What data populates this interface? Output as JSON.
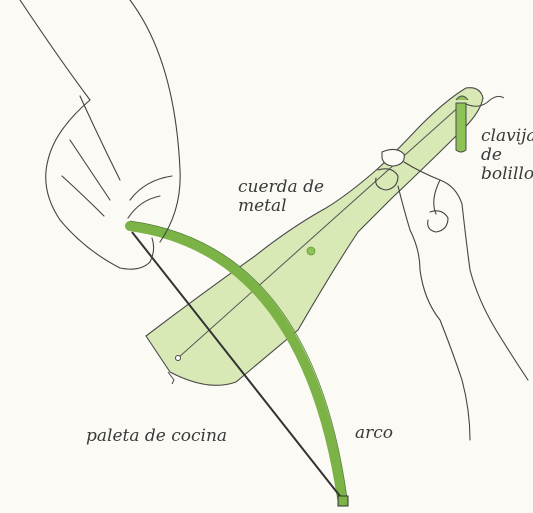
{
  "labels": {
    "string_line1": "cuerda de",
    "string_line2": "metal",
    "peg_line1": "clavija",
    "peg_line2": "de",
    "peg_line3": "bolillo",
    "paddle": "paleta de cocina",
    "bow": "arco"
  },
  "colors": {
    "background": "#fbfaf4",
    "paddle_fill": "#d8e9b5",
    "bow_green": "#7bb347",
    "peg_green": "#8cc256",
    "ink": "#3a3a3a"
  }
}
